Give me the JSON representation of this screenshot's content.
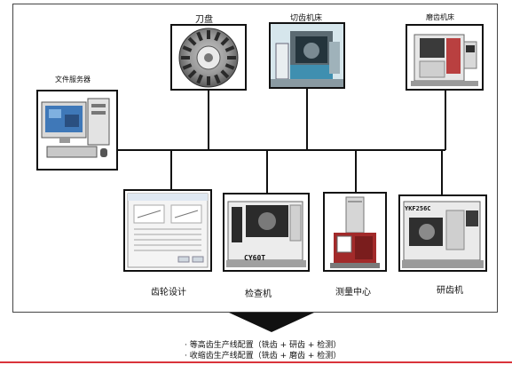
{
  "labels": {
    "cutter_head": "刀盘",
    "gear_cutting_machine": "切齿机床",
    "gear_grinding_machine": "磨齿机床",
    "file_server": "文件服务器",
    "gear_design": "齿轮设计",
    "inspection_machine": "检查机",
    "measurement_center": "测量中心",
    "gear_lapping_machine": "研齿机"
  },
  "machine_text": {
    "cy60t": "CY60T",
    "ykf": "YKF256C"
  },
  "notes": [
    "· 等高齿生产线配置（铣齿 + 研齿 + 检测）",
    "· 收缩齿生产线配置（铣齿 + 磨齿 + 检测）"
  ]
}
